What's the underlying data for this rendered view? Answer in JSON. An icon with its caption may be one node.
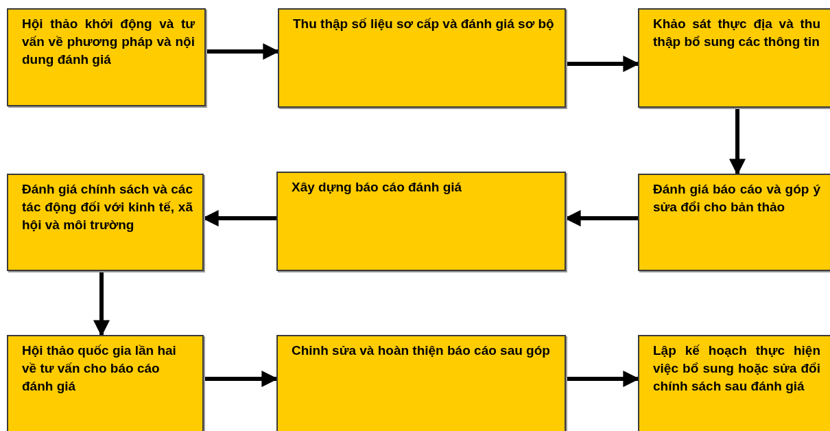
{
  "diagram": {
    "nodes": [
      {
        "text": [
          "Hội thảo khởi động và tư vấn về phương pháp và nội dung đánh giá"
        ]
      },
      {
        "text": [
          "Thu thập số liệu sơ cấp và đánh giá sơ bộ"
        ]
      },
      {
        "text": [
          "Khảo sát thực địa và thu thập bổ sung các thông tin"
        ]
      },
      {
        "text": [
          "Đánh giá chính sách và các tác động đối với kinh tế, xã hội và môi trường"
        ]
      },
      {
        "text": [
          "Xây dựng báo cáo đánh giá"
        ]
      },
      {
        "text": [
          "Đánh giá báo cáo và góp ý sửa đổi cho bản thảo"
        ]
      },
      {
        "text": [
          "Hội thảo quốc gia lần hai về tư vấn cho báo cáo đánh giá"
        ]
      },
      {
        "text": [
          "Chinh sửa và hoàn thiện báo cáo sau góp"
        ]
      },
      {
        "text": [
          "Lập kế hoạch thực hiện việc bổ sung hoặc sửa đổi chính sách sau đánh giá"
        ]
      }
    ],
    "edges": [
      {
        "from": 0,
        "to": 1,
        "arrow": "to"
      },
      {
        "from": 1,
        "to": 2,
        "arrow": "to"
      },
      {
        "from": 2,
        "to": 5,
        "arrow": "to"
      },
      {
        "from": 5,
        "to": 4,
        "arrow": "to"
      },
      {
        "from": 4,
        "to": 3,
        "arrow": "to"
      },
      {
        "from": 3,
        "to": 6,
        "arrow": "to"
      },
      {
        "from": 6,
        "to": 7,
        "arrow": "to"
      },
      {
        "from": 7,
        "to": 8,
        "arrow": "to"
      }
    ]
  }
}
